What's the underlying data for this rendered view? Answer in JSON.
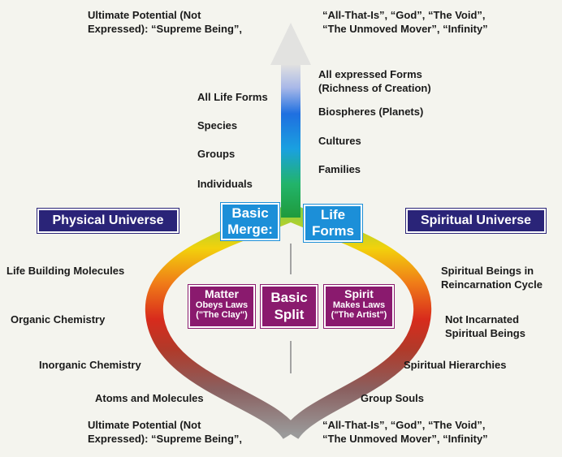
{
  "top_left": [
    "Ultimate Potential (Not",
    "Expressed): “Supreme Being”,"
  ],
  "top_right": [
    "“All-That-Is”, “God”, “The Void”,",
    "“The Unmoved Mover”, “Infinity”"
  ],
  "bottom_left": [
    "Ultimate Potential (Not",
    "Expressed): “Supreme Being”,"
  ],
  "bottom_right": [
    "“All-That-Is”, “God”, “The Void”,",
    "“The Unmoved Mover”, “Infinity”"
  ],
  "stem_left": [
    "All Life Forms",
    "Species",
    "Groups",
    "Individuals"
  ],
  "stem_right": {
    "expressed": [
      "All expressed Forms",
      "(Richness of Creation)"
    ],
    "items": [
      "Biospheres (Planets)",
      "Cultures",
      "Families"
    ]
  },
  "boxes": {
    "physical": "Physical Universe",
    "spiritual": "Spiritual Universe",
    "merge": [
      "Basic",
      "Merge:"
    ],
    "lifeforms": [
      "Life",
      "Forms"
    ],
    "matter": [
      "Matter",
      "Obeys Laws",
      "(\"The Clay\")"
    ],
    "split": [
      "Basic",
      "Split"
    ],
    "spirit": [
      "Spirit",
      "Makes Laws",
      "(\"The Artist\")"
    ]
  },
  "left_labels": [
    "Life Building Molecules",
    "Organic Chemistry",
    "Inorganic Chemistry",
    "Atoms and Molecules"
  ],
  "right_labels": {
    "reincarnation": [
      "Spiritual Beings in",
      "Reincarnation Cycle"
    ],
    "not_incarnated": [
      "Not Incarnated",
      "Spiritual Beings"
    ],
    "hierarchies": "Spiritual Hierarchies",
    "souls": "Group Souls"
  },
  "colors": {
    "navy": "#2a2478",
    "blue": "#1c8fd8",
    "purple": "#8a1a6e",
    "arrow_head": "#e2e2e0",
    "stem_gradient": [
      "#1f9a3c",
      "#1aa0e0",
      "#1f6fe0",
      "#e0e0e0"
    ],
    "loop_gradient": [
      "#9a9a9a",
      "#9a4a4a",
      "#d82b1c",
      "#f07b18",
      "#f2d20c",
      "#a8d23a"
    ]
  }
}
